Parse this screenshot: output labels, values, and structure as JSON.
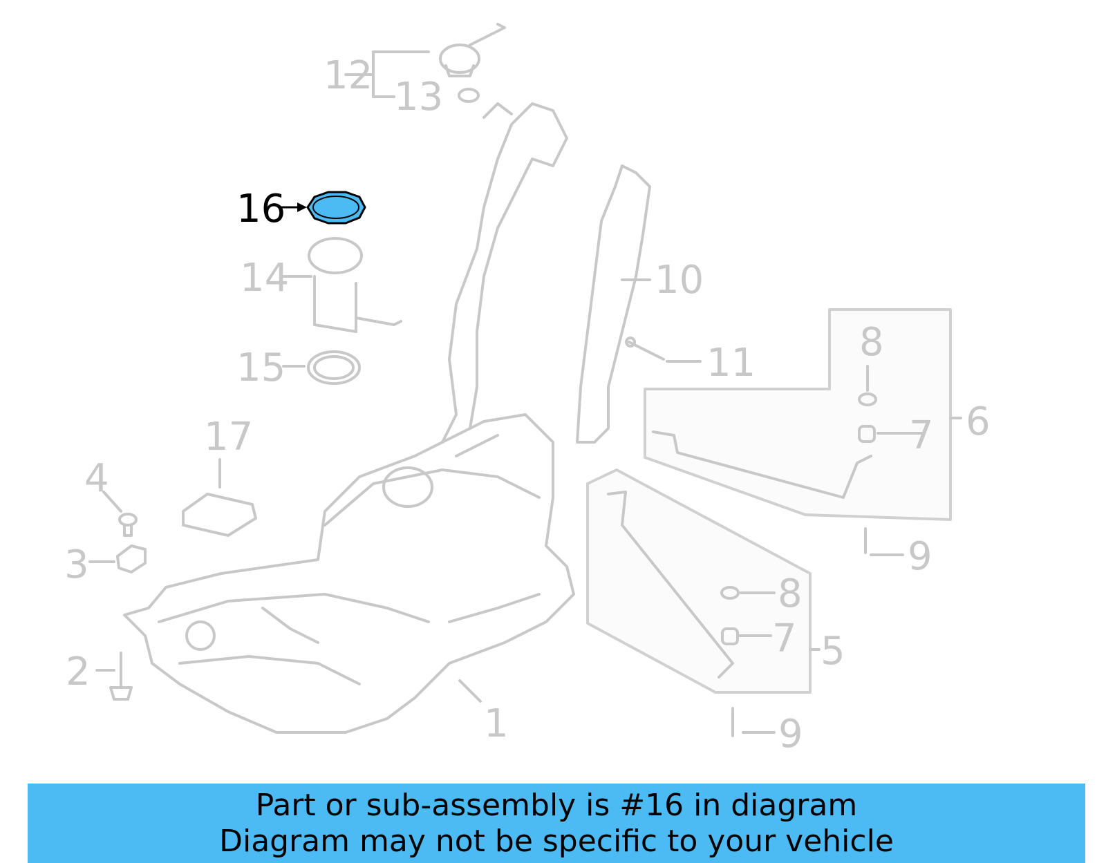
{
  "diagram": {
    "highlight_color": "#4dbbf3",
    "line_color": "#c8c8c8",
    "callouts": [
      {
        "label": "1"
      },
      {
        "label": "2"
      },
      {
        "label": "3"
      },
      {
        "label": "4"
      },
      {
        "label": "5"
      },
      {
        "label": "6"
      },
      {
        "label": "7"
      },
      {
        "label": "7"
      },
      {
        "label": "8"
      },
      {
        "label": "8"
      },
      {
        "label": "9"
      },
      {
        "label": "9"
      },
      {
        "label": "10"
      },
      {
        "label": "11"
      },
      {
        "label": "12"
      },
      {
        "label": "13"
      },
      {
        "label": "14"
      },
      {
        "label": "15"
      },
      {
        "label": "16"
      },
      {
        "label": "17"
      }
    ]
  },
  "banner": {
    "line1": "Part or sub-assembly is #16 in diagram",
    "line2": "Diagram may not be specific to your vehicle"
  }
}
